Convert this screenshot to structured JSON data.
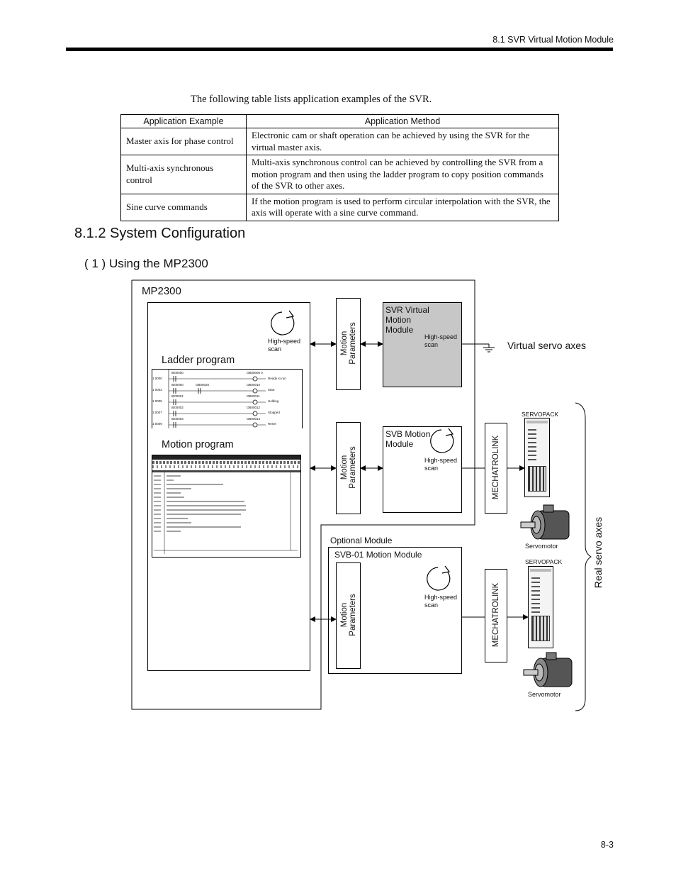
{
  "header": {
    "running_title": "8.1  SVR Virtual Motion Module"
  },
  "intro_text": "The following table lists application examples of the SVR.",
  "table": {
    "headers": [
      "Application Example",
      "Application Method"
    ],
    "rows": [
      {
        "example": "Master axis for phase control",
        "method": "Electronic cam or shaft operation can be achieved by using the SVR for the virtual master axis."
      },
      {
        "example": "Multi-axis synchronous control",
        "method": "Multi-axis synchronous control can be achieved by controlling the SVR from a motion program and then using the ladder program to copy position commands of the SVR to other axes."
      },
      {
        "example": "Sine curve commands",
        "method": "If the motion program is used to perform circular interpolation with the SVR, the axis will operate with a sine curve command."
      }
    ]
  },
  "section": {
    "title": "8.1.2  System Configuration"
  },
  "subsection": {
    "title": "( 1 )  Using the MP2300"
  },
  "diagram": {
    "mp2300_label": "MP2300",
    "ladder_label": "Ladder program",
    "motion_program_label": "Motion program",
    "high_speed_scan_line1": "High-speed",
    "high_speed_scan_line2": "scan",
    "motion_parameters_line1": "Motion",
    "motion_parameters_line2": "Parameters",
    "svr_label_line1": "SVR Virtual",
    "svr_label_line2": "Motion",
    "svr_label_line3": "Module",
    "svb_label_line1": "SVB Motion",
    "svb_label_line2": "Module",
    "optional_module_label": "Optional Module",
    "svb01_label": "SVB-01 Motion Module",
    "mechatrolink_label": "MECHATROLINK",
    "servopack_label": "SERVOPACK",
    "servomotor_label": "Servomotor",
    "virtual_axes_label": "Virtual servo axes",
    "real_axes_label": "Real servo axes",
    "ladder_rungs": [
      {
        "step": "1 0000",
        "contact": "IB00000",
        "coil": "OB00000 0",
        "comment": "Ready to run"
      },
      {
        "step": "1 0002",
        "contact": "IB00000",
        "coil": "OB00010",
        "comment": "Start"
      },
      {
        "step": "1 0005",
        "contact": "IB00001",
        "coil": "OB00011",
        "comment": "Holding"
      },
      {
        "step": "1 0007",
        "contact": "IB00002",
        "coil": "OB00012",
        "comment": "Stopped"
      },
      {
        "step": "1 0009",
        "contact": "IB00003",
        "coil": "OB00013",
        "comment": "Reset"
      }
    ],
    "ladder_second_contact": "OB00020"
  },
  "page_number": "8-3"
}
